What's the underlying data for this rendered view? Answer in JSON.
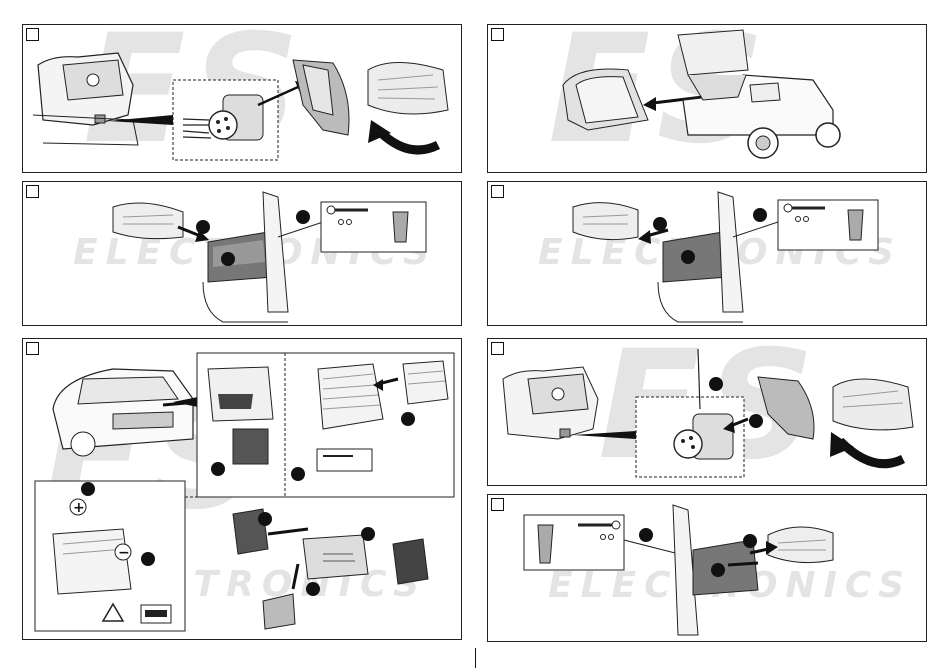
{
  "watermark": {
    "brand": "ES",
    "text": "ELECTRONICS"
  },
  "steps": [
    {
      "id": "step-1",
      "description": "open trunk side panel"
    },
    {
      "id": "step-2",
      "description": "disconnect tail light connector"
    },
    {
      "id": "step-3",
      "description": "remove tail light fasteners"
    },
    {
      "id": "step-4",
      "description": "remove tail light"
    },
    {
      "id": "step-5",
      "description": "disconnect battery and remove battery box"
    },
    {
      "id": "step-6",
      "description": "connect tail light connector"
    },
    {
      "id": "step-7",
      "description": "refit tail light"
    }
  ],
  "icons": {
    "plus": "+",
    "minus": "−",
    "warning": "warning-triangle-icon",
    "radio": "radio-code-icon"
  }
}
